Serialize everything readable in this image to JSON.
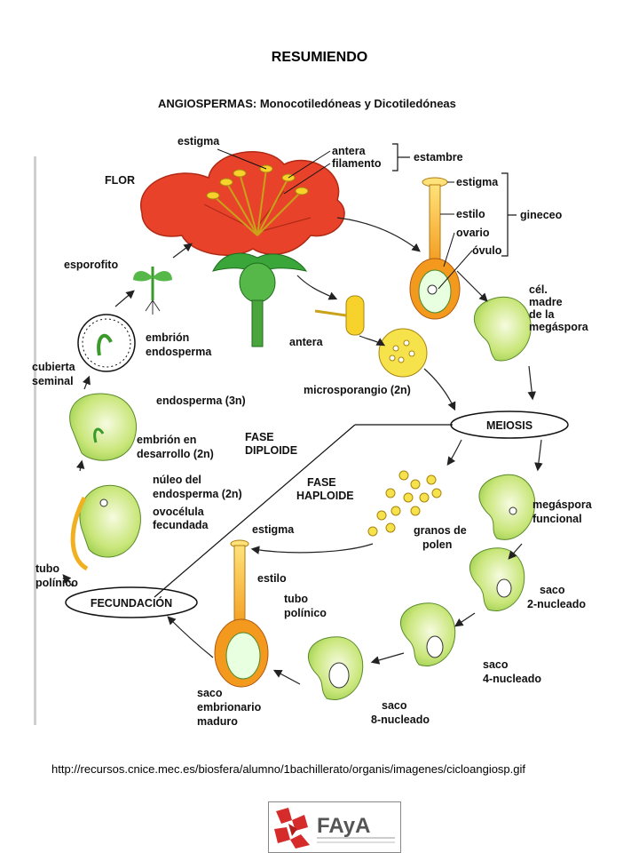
{
  "page_title": "RESUMIENDO",
  "diagram": {
    "header": "ANGIOSPERMAS: Monocotiledóneas y Dicotiledóneas",
    "labels": {
      "flor": "FLOR",
      "estigma_top": "estigma",
      "antera_top": "antera",
      "filamento": "filamento",
      "estambre": "estambre",
      "estigma_pistil": "estigma",
      "estilo_pistil": "estilo",
      "ovario": "ovario",
      "ovulo": "óvulo",
      "gineceo": "gineceo",
      "cel_madre_1": "cél.",
      "cel_madre_2": "madre",
      "cel_madre_3": "de  la",
      "cel_madre_4": "megáspora",
      "antera_mid": "antera",
      "microsporangio": "microsporangio (2n)",
      "meiosis": "MEIOSIS",
      "esporofito": "esporofito",
      "embrion": "embrión",
      "endosperma": "endosperma",
      "cubierta_1": "cubierta",
      "cubierta_2": "seminal",
      "endosperma_3n": "endosperma (3n)",
      "embrion_des_1": "embrión en",
      "embrion_des_2": "desarrollo (2n)",
      "fase_diploide_1": "FASE",
      "fase_diploide_2": "DIPLOIDE",
      "fase_haploide_1": "FASE",
      "fase_haploide_2": "HAPLOIDE",
      "nucleo_1": "núleo del",
      "nucleo_2": "endosperma (2n)",
      "ovocelula_1": "ovocélula",
      "ovocelula_2": "fecundada",
      "tubo_pol_left_1": "tubo",
      "tubo_pol_left_2": "polínico",
      "megaspora_1": "megáspora",
      "megaspora_2": "funcional",
      "granos_1": "granos de",
      "granos_2": "polen",
      "estigma_low": "estigma",
      "estilo_low": "estilo",
      "tubo_pol_mid_1": "tubo",
      "tubo_pol_mid_2": "polínico",
      "fecundacion": "FECUNDACIÓN",
      "saco2_1": "saco",
      "saco2_2": "2-nucleado",
      "saco4_1": "saco",
      "saco4_2": "4-nucleado",
      "saco8_1": "saco",
      "saco8_2": "8-nucleado",
      "saco_emb_1": "saco",
      "saco_emb_2": "embrionario",
      "saco_emb_3": "maduro"
    }
  },
  "source_url": "http://recursos.cnice.mec.es/biosfera/alumno/1bachillerato/organis/imagenes/cicloangiosp.gif",
  "logo": {
    "text": "FAyA",
    "brand_color": "#d52b2b"
  }
}
